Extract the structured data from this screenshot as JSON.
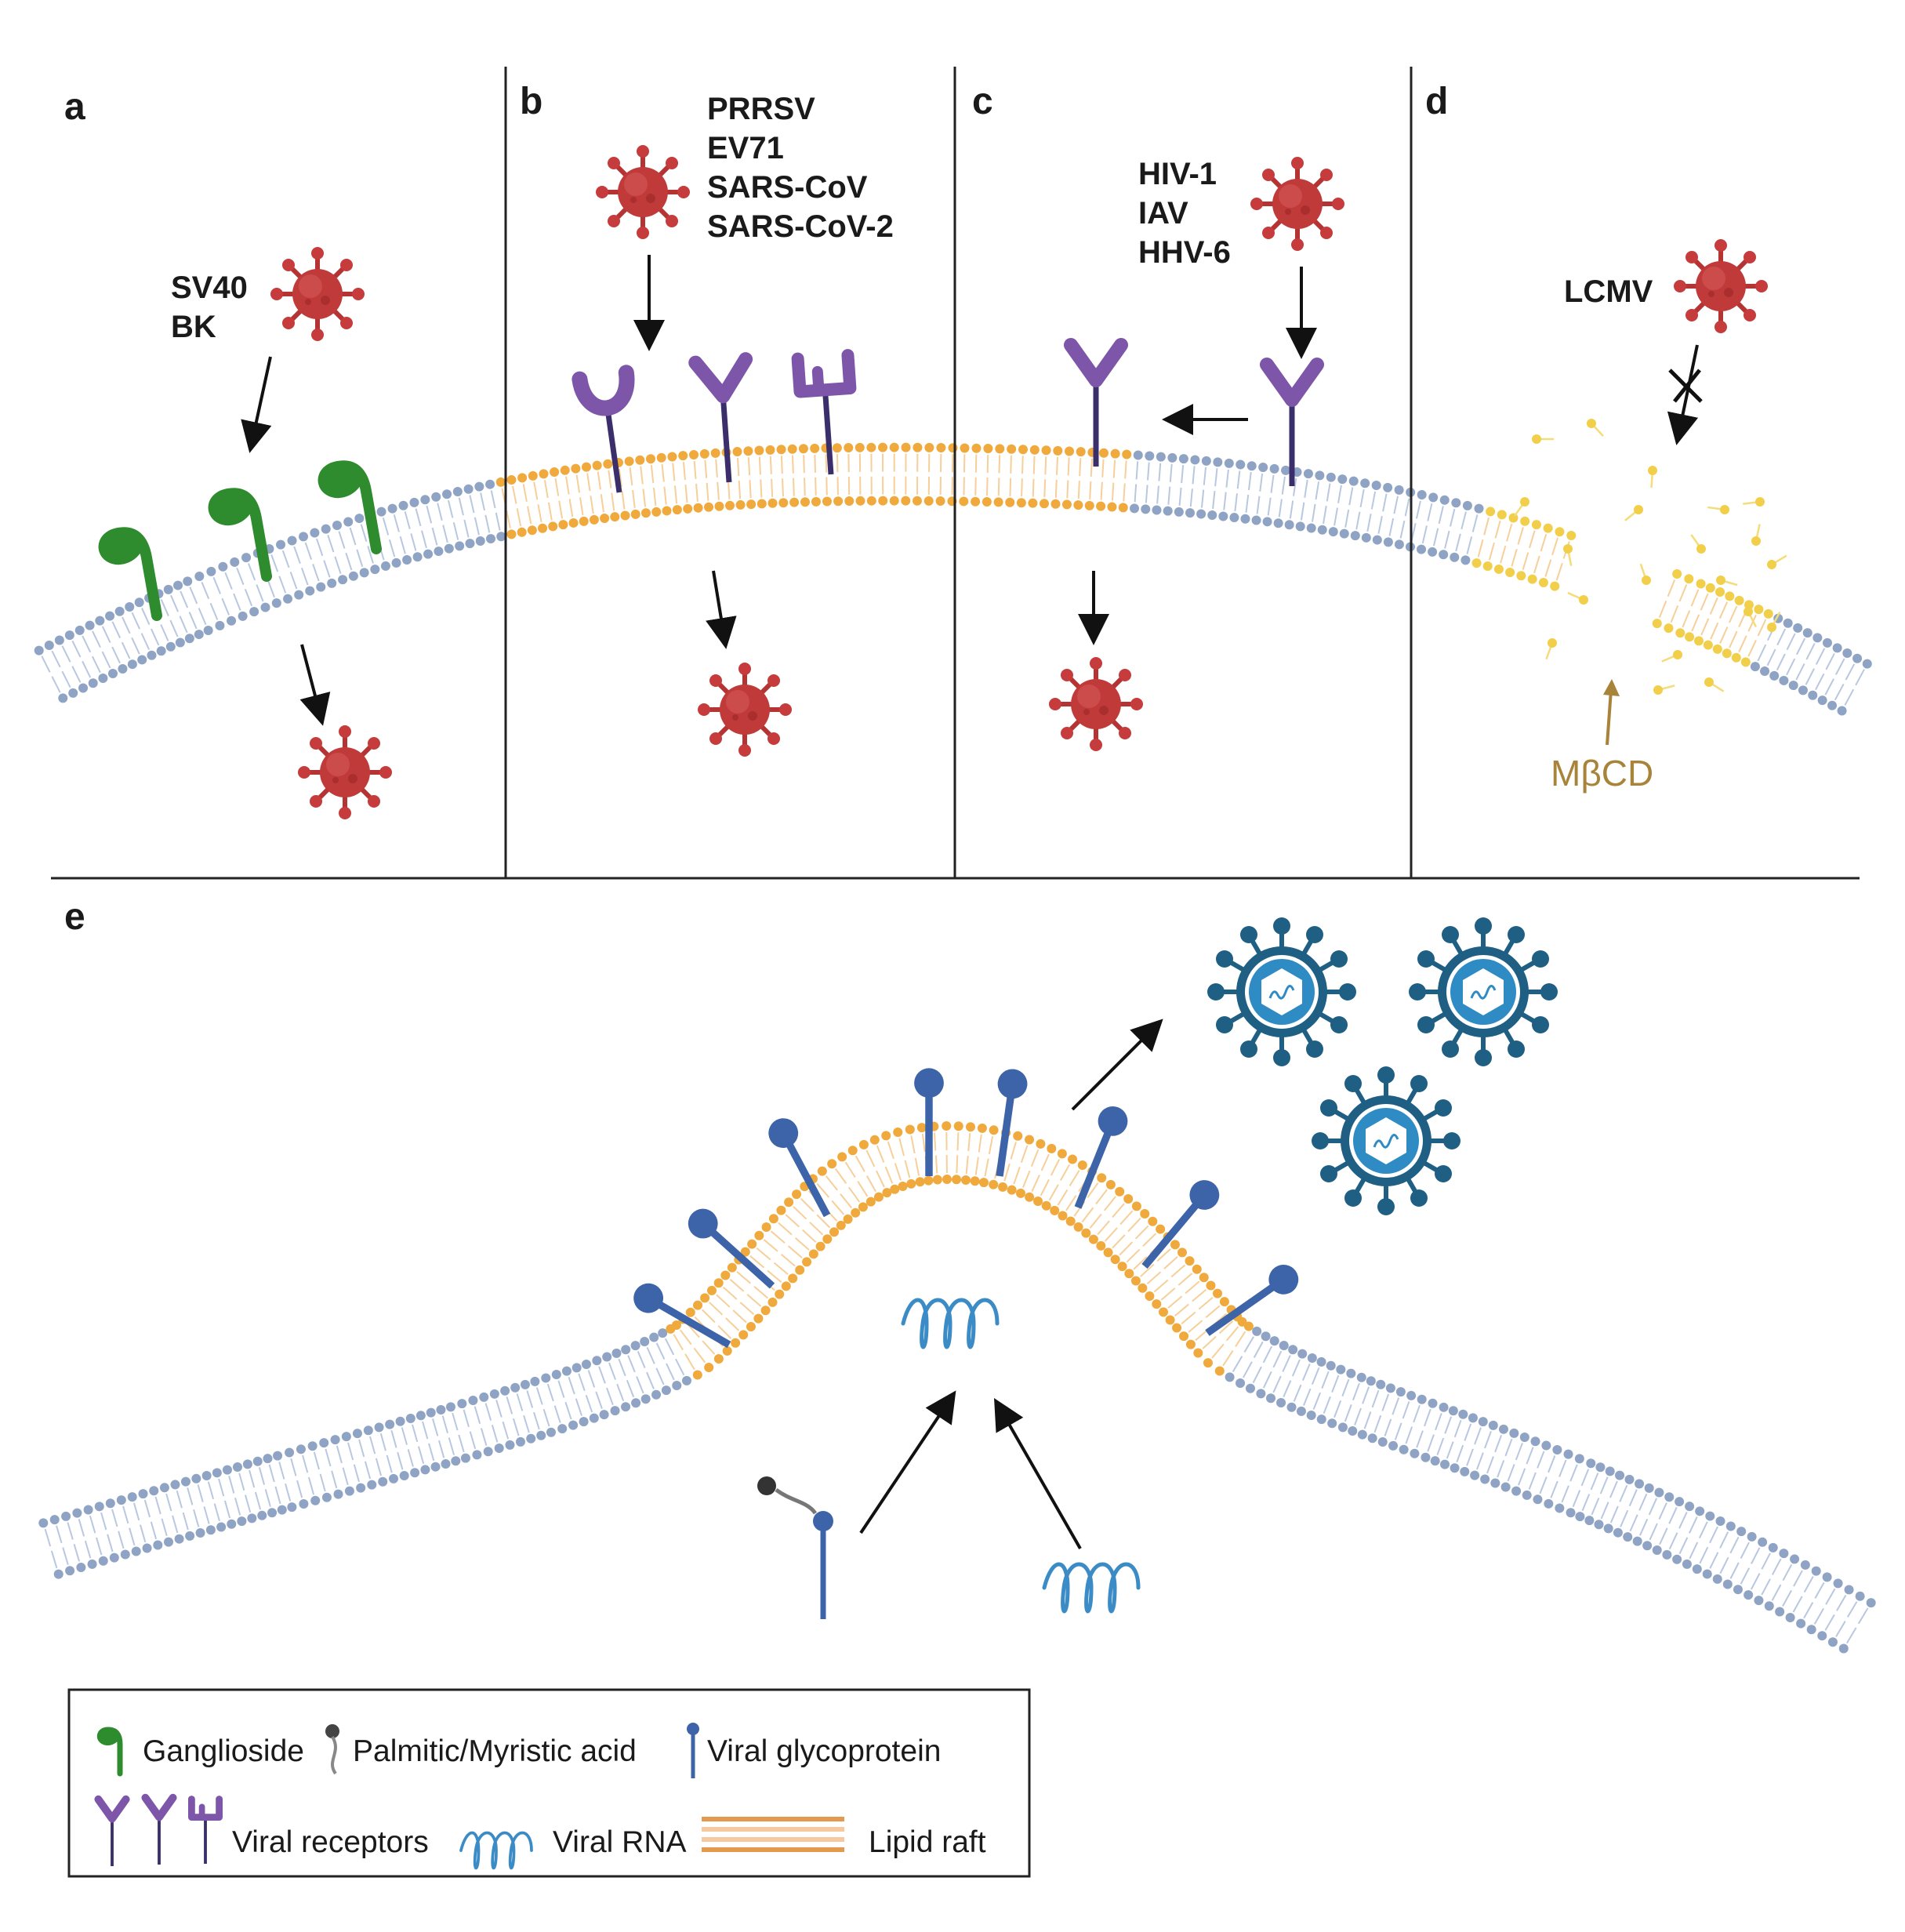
{
  "panels": {
    "a": {
      "letter": "a",
      "viruses": [
        "SV40",
        "BK"
      ]
    },
    "b": {
      "letter": "b",
      "viruses": [
        "PRRSV",
        "EV71",
        "SARS-CoV",
        "SARS-CoV-2"
      ]
    },
    "c": {
      "letter": "c",
      "viruses": [
        "HIV-1",
        "IAV",
        "HHV-6"
      ]
    },
    "d": {
      "letter": "d",
      "viruses": [
        "LCMV"
      ],
      "drug_label": "MβCD"
    },
    "e": {
      "letter": "e"
    }
  },
  "legend": {
    "ganglioside": "Ganglioside",
    "palmitic": "Palmitic/Myristic acid",
    "glycoprotein": "Viral glycoprotein",
    "receptors": "Viral receptors",
    "rna": "Viral RNA",
    "raft": "Lipid raft"
  },
  "colors": {
    "membrane": "#8fa3c4",
    "raft": "#f0a93c",
    "disrupted_raft": "#f2cf4a",
    "virus_red": "#c13a3a",
    "virion_blue": "#1f5f84",
    "receptor_purple": "#7d55a9",
    "ganglioside_green": "#2e8b2e",
    "glycoprotein_blue": "#3d64a8",
    "rna_blue": "#3b8cc6"
  }
}
